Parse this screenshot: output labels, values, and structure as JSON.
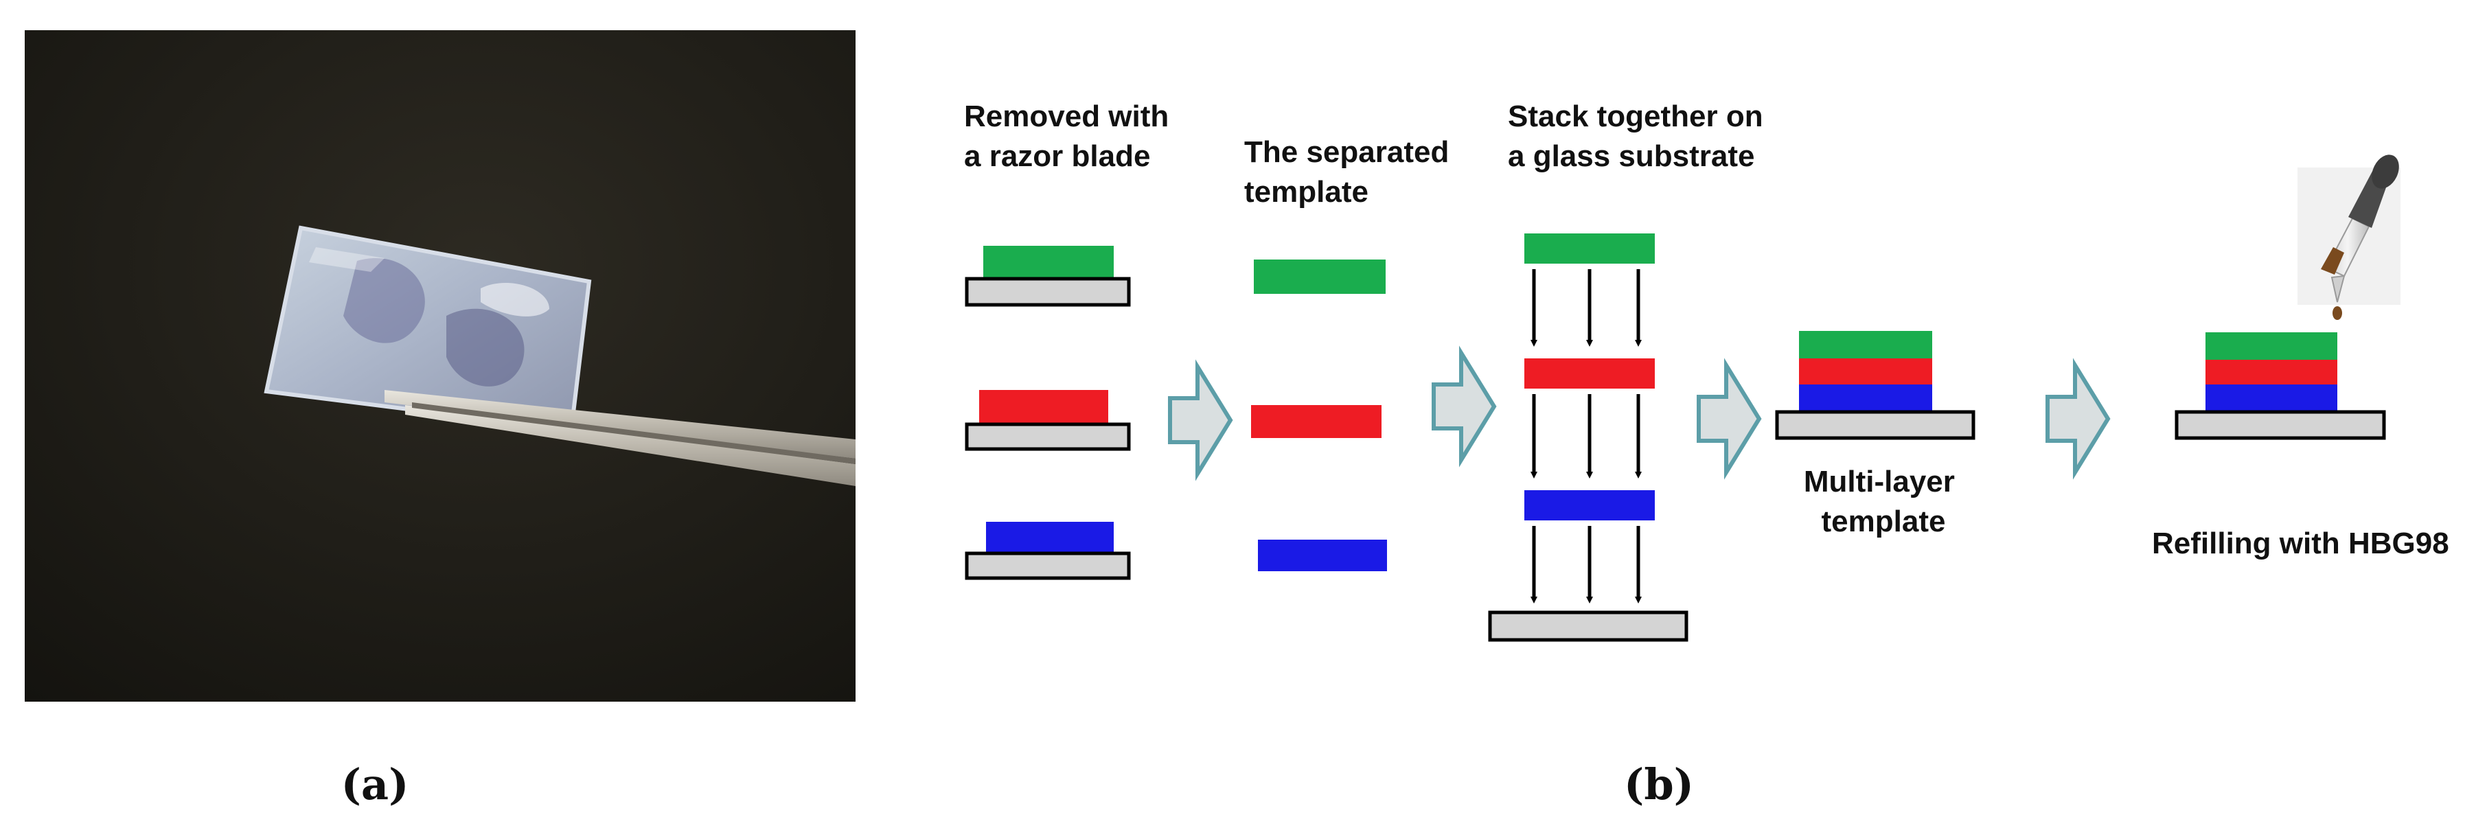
{
  "panel_a": {
    "caption": "(a)"
  },
  "panel_b": {
    "caption": "(b)",
    "step1_label": [
      "Removed with",
      "a razor blade"
    ],
    "step2_label": [
      "The separated",
      "template"
    ],
    "step3_label": [
      "Stack together on",
      "a glass substrate"
    ],
    "step4_label": [
      "Multi-layer",
      "template"
    ],
    "step5_label": "Refilling with HBG98"
  },
  "colors": {
    "green_layer": "#1aad4e",
    "red_layer": "#ee1c24",
    "blue_layer": "#1a1ae6",
    "substrate": "#d4d4d4",
    "process_arrow": "#d9dfe0",
    "process_arrow_edge": "#5c9ea8",
    "photo_background": "#1e1c16",
    "dropper_liquid": "#7a4a1e"
  }
}
